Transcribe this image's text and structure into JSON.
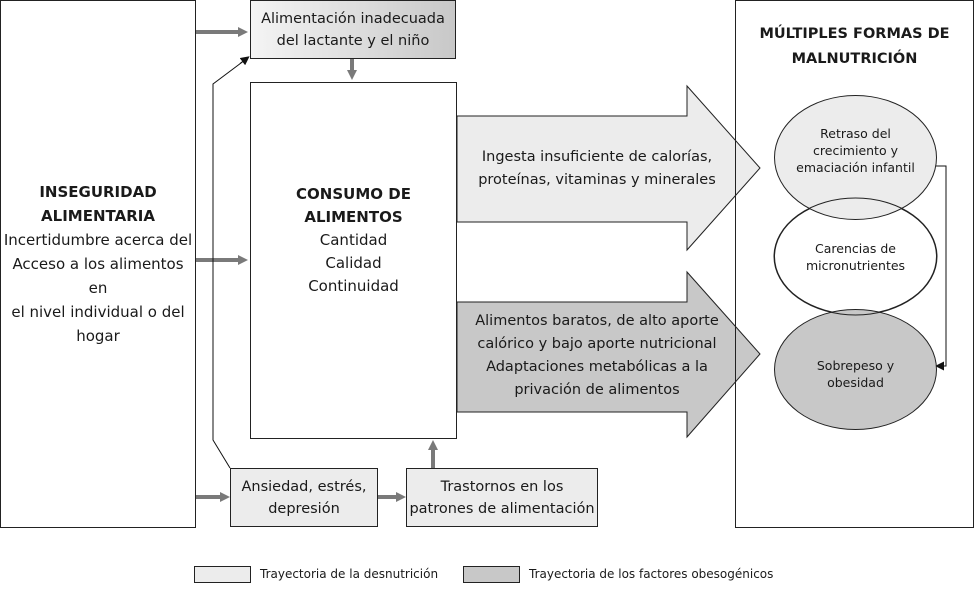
{
  "colors": {
    "light_fill": "#ececec",
    "dark_fill": "#c8c8c8",
    "arrow_gray": "#7a7a7a",
    "line": "#222222"
  },
  "left_box": {
    "title_line1": "INSEGURIDAD",
    "title_line2": "ALIMENTARIA",
    "body_lines": [
      "Incertidumbre acerca del",
      "Acceso a los alimentos en",
      "el nivel individual o del",
      "hogar"
    ]
  },
  "top_box": {
    "lines": [
      "Alimentación inadecuada",
      "del lactante y el niño"
    ]
  },
  "center_box": {
    "title_lines": [
      "CONSUMO DE",
      "ALIMENTOS"
    ],
    "items": [
      "Cantidad",
      "Calidad",
      "Continuidad"
    ]
  },
  "arrow_upper": {
    "lines": [
      "Ingesta insuficiente de calorías,",
      "proteínas, vitaminas y minerales"
    ]
  },
  "arrow_lower": {
    "lines": [
      "Alimentos baratos, de alto aporte",
      "calórico y bajo aporte nutricional",
      "Adaptaciones metabólicas a la",
      "privación de alimentos"
    ]
  },
  "bottom_left_box": {
    "lines": [
      "Ansiedad, estrés,",
      "depresión"
    ]
  },
  "bottom_right_box": {
    "lines": [
      "Trastornos en los",
      "patrones de alimentación"
    ]
  },
  "right_panel": {
    "title_lines": [
      "MÚLTIPLES FORMAS DE",
      "MALNUTRICIÓN"
    ],
    "ellipses": [
      {
        "lines": [
          "Retraso del",
          "crecimiento y",
          "emaciación infantil"
        ]
      },
      {
        "lines": [
          "Carencias de",
          "micronutrientes"
        ]
      },
      {
        "lines": [
          "Sobrepeso y",
          "obesidad"
        ]
      }
    ]
  },
  "legend": {
    "items": [
      {
        "label": "Trayectoria de la desnutrición",
        "fill": "#ececec"
      },
      {
        "label": "Trayectoria de los factores obesogénicos",
        "fill": "#c8c8c8"
      }
    ]
  }
}
